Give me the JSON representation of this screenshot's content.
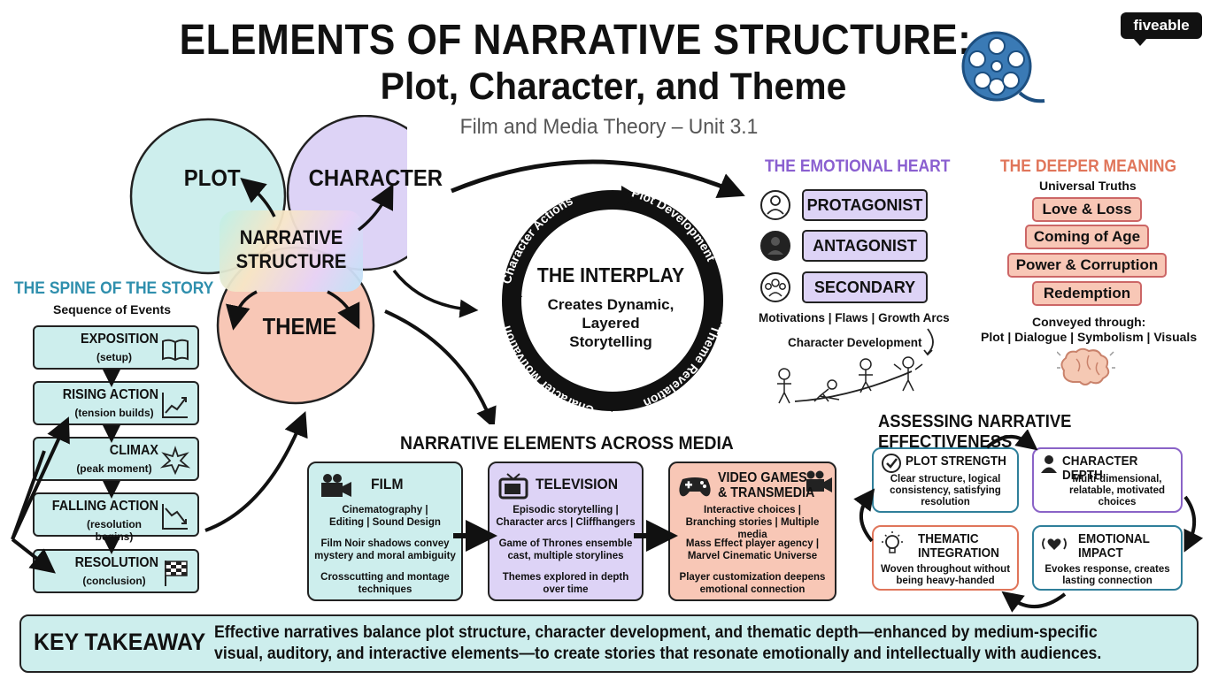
{
  "header": {
    "title_line1": "ELEMENTS OF NARRATIVE STRUCTURE:",
    "title_line2": "Plot, Character, and Theme",
    "subtitle": "Film and Media Theory – Unit 3.1",
    "brand": "fiveable",
    "icons": [
      "film-reel-icon"
    ]
  },
  "venn": {
    "plot": "PLOT",
    "character": "CHARACTER",
    "theme": "THEME",
    "center_line1": "NARRATIVE",
    "center_line2": "STRUCTURE",
    "colors": {
      "plot": "#cdeeed",
      "character": "#ddd3f6",
      "theme": "#f8c7b6"
    }
  },
  "spine": {
    "heading": "THE SPINE OF THE STORY",
    "subheading": "Sequence of Events",
    "steps": [
      {
        "title": "EXPOSITION",
        "sub": "(setup)",
        "icon": "book-icon"
      },
      {
        "title": "RISING ACTION",
        "sub": "(tension builds)",
        "icon": "rising-chart-icon"
      },
      {
        "title": "CLIMAX",
        "sub": "(peak moment)",
        "icon": "burst-icon"
      },
      {
        "title": "FALLING ACTION",
        "sub": "(resolution begins)",
        "icon": "falling-chart-icon"
      },
      {
        "title": "RESOLUTION",
        "sub": "(conclusion)",
        "icon": "checkered-flag-icon"
      }
    ]
  },
  "interplay": {
    "title": "THE INTERPLAY",
    "line1": "Creates Dynamic,",
    "line2": "Layered",
    "line3": "Storytelling",
    "cycle": [
      "Character Actions",
      "Plot Development",
      "Theme Revelation",
      "Character Motivation"
    ]
  },
  "emotional_heart": {
    "heading": "THE EMOTIONAL HEART",
    "roles": [
      {
        "label": "PROTAGONIST",
        "icon": "protagonist-icon"
      },
      {
        "label": "ANTAGONIST",
        "icon": "antagonist-icon"
      },
      {
        "label": "SECONDARY",
        "icon": "group-icon"
      }
    ],
    "traits": "Motivations | Flaws | Growth Arcs",
    "development": "Character Development"
  },
  "deeper_meaning": {
    "heading": "THE DEEPER MEANING",
    "subheading": "Universal Truths",
    "themes": [
      "Love & Loss",
      "Coming of Age",
      "Power & Corruption",
      "Redemption"
    ],
    "conveyed_label": "Conveyed through:",
    "conveyed_list": "Plot | Dialogue | Symbolism | Visuals",
    "icon": "brain-icon"
  },
  "media": {
    "heading": "NARRATIVE ELEMENTS ACROSS MEDIA",
    "cards": [
      {
        "title": "FILM",
        "icon": "movie-camera-icon",
        "color": "#cdeeed",
        "lines": [
          "Cinematography |",
          "Editing | Sound Design",
          "Film Noir shadows convey",
          "mystery and moral ambiguity",
          "Crosscutting and montage",
          "techniques"
        ]
      },
      {
        "title": "TELEVISION",
        "icon": "tv-icon",
        "color": "#ddd3f6",
        "lines": [
          "Episodic storytelling |",
          "Character arcs | Cliffhangers",
          "Game of Thrones ensemble",
          "cast, multiple storylines",
          "Themes explored in depth",
          "over time"
        ]
      },
      {
        "title_line1": "VIDEO GAMES",
        "title_line2": "& TRANSMEDIA",
        "icon": "gamepad-icon",
        "color": "#f8c7b6",
        "lines": [
          "Interactive choices |",
          "Branching stories | Multiple media",
          "Mass Effect player agency |",
          "Marvel Cinematic Universe",
          "Player customization deepens",
          "emotional connection"
        ]
      }
    ]
  },
  "assessment": {
    "heading": "ASSESSING NARRATIVE EFFECTIVENESS",
    "items": [
      {
        "title": "PLOT STRENGTH",
        "icon": "checkmark-icon",
        "color": "#2f7f9a",
        "lines": [
          "Clear structure, logical",
          "consistency, satisfying",
          "resolution"
        ]
      },
      {
        "title": "CHARACTER DEPTH",
        "icon": "person-icon",
        "color": "#8a63c7",
        "lines": [
          "Multi-dimensional,",
          "relatable, motivated",
          "choices"
        ]
      },
      {
        "title_line1": "THEMATIC",
        "title_line2": "INTEGRATION",
        "icon": "lightbulb-icon",
        "color": "#e0755a",
        "lines": [
          "Woven throughout without",
          "being heavy-handed"
        ]
      },
      {
        "title_line1": "EMOTIONAL",
        "title_line2": "IMPACT",
        "icon": "heart-waves-icon",
        "color": "#2f7f9a",
        "lines": [
          "Evokes response, creates",
          "lasting connection"
        ]
      }
    ]
  },
  "takeaway": {
    "label": "KEY TAKEAWAY",
    "line1": "Effective narratives balance plot structure, character development, and thematic depth—enhanced by medium-specific",
    "line2": "visual, auditory, and interactive elements—to create stories that resonate emotionally and intellectually with audiences."
  }
}
